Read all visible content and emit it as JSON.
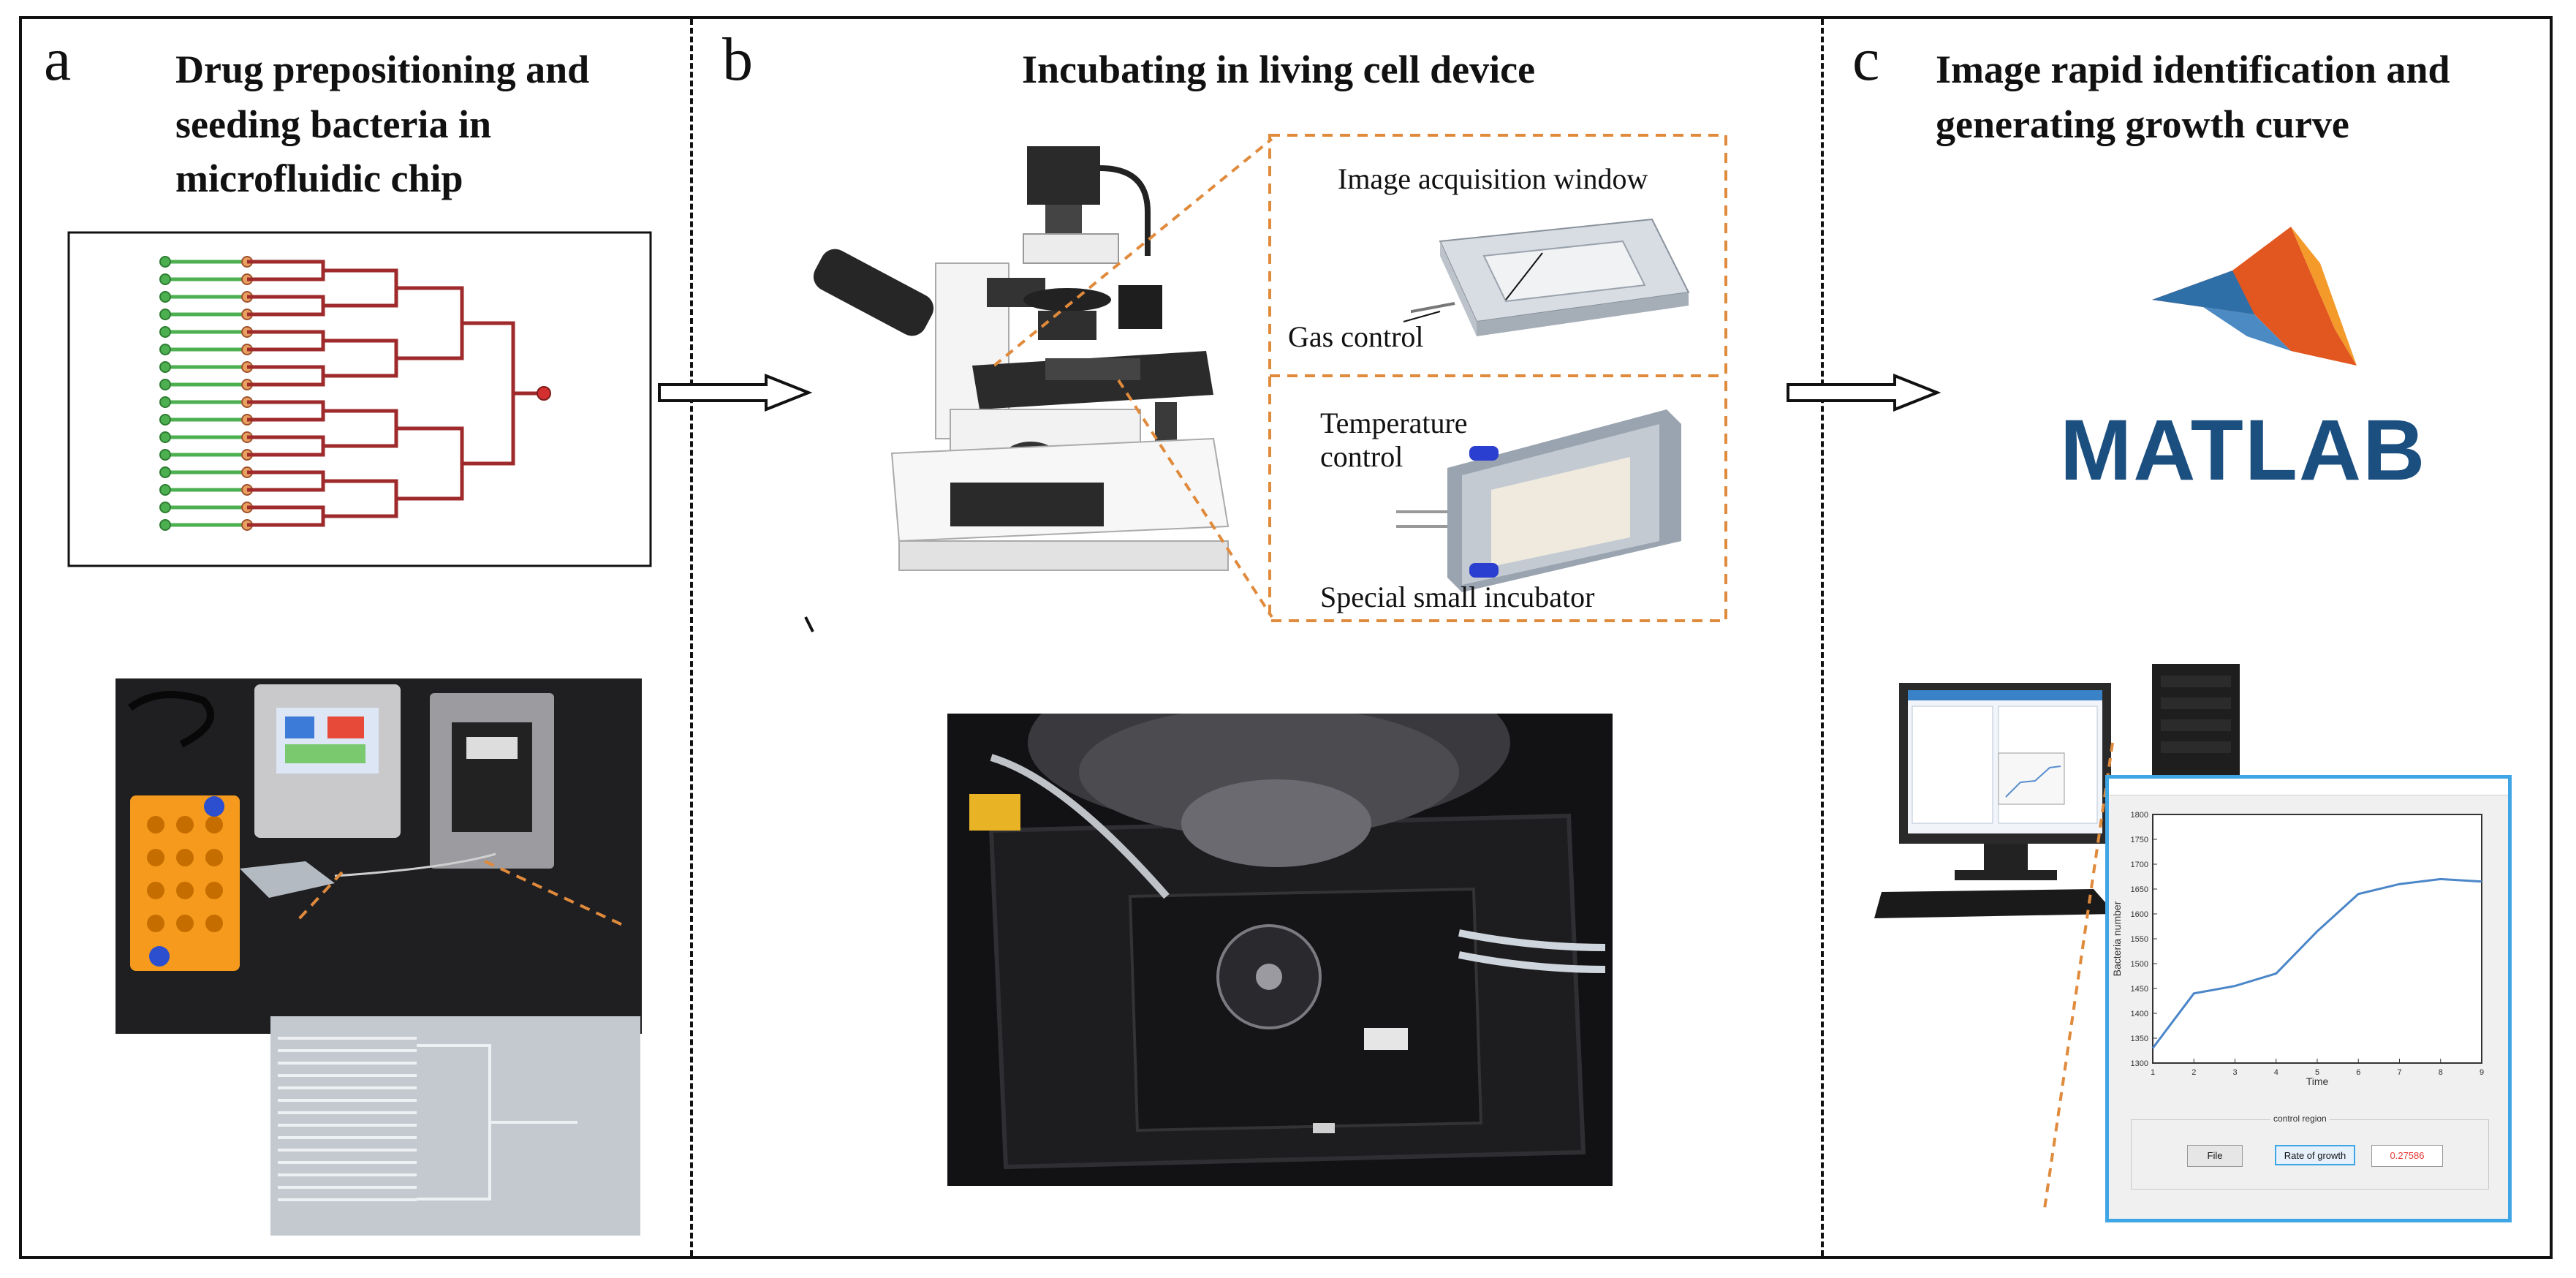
{
  "panels": {
    "a": {
      "letter": "a",
      "title_lines": [
        "Drug prepositioning and",
        "seeding bacteria in",
        "microfluidic chip"
      ]
    },
    "b": {
      "letter": "b",
      "title": "Incubating in  living cell device",
      "callouts": {
        "image_window": "Image acquisition window",
        "gas_control": "Gas control",
        "temperature_control_lines": [
          "Temperature",
          "control"
        ],
        "special_incubator": "Special small incubator"
      }
    },
    "c": {
      "letter": "c",
      "title_lines": [
        "Image rapid identification and",
        "generating growth curve"
      ],
      "logo_text": "MATLAB",
      "gui": {
        "ylabel": "Bacteria number",
        "xlabel": "Time",
        "region_label": "control region",
        "file_button": "File",
        "rate_button": "Rate of growth",
        "rate_value": "0.27586"
      }
    }
  },
  "colors": {
    "chip_outlet_channels": "#9e2a2b",
    "chip_inlet_channels": "#4caf50",
    "callout_box": "#e08a3c",
    "matlab_blue": "#1b4f80",
    "gui_window_border": "#3fa6e6",
    "rate_value_color": "#e53935"
  },
  "chart_data": {
    "type": "line",
    "title": "",
    "xlabel": "Time",
    "ylabel": "Bacteria number",
    "x": [
      1,
      2,
      3,
      4,
      5,
      6,
      7,
      8,
      9
    ],
    "series": [
      {
        "values": [
          1330,
          1440,
          1455,
          1480,
          1565,
          1640,
          1660,
          1670,
          1665
        ]
      }
    ],
    "xlim": [
      1,
      9
    ],
    "ylim": [
      1300,
      1800
    ],
    "yticks": [
      1300,
      1350,
      1400,
      1450,
      1500,
      1550,
      1600,
      1650,
      1700,
      1750,
      1800
    ],
    "xticks": [
      1,
      2,
      3,
      4,
      5,
      6,
      7,
      8,
      9
    ],
    "grid": false,
    "legend": "none"
  }
}
